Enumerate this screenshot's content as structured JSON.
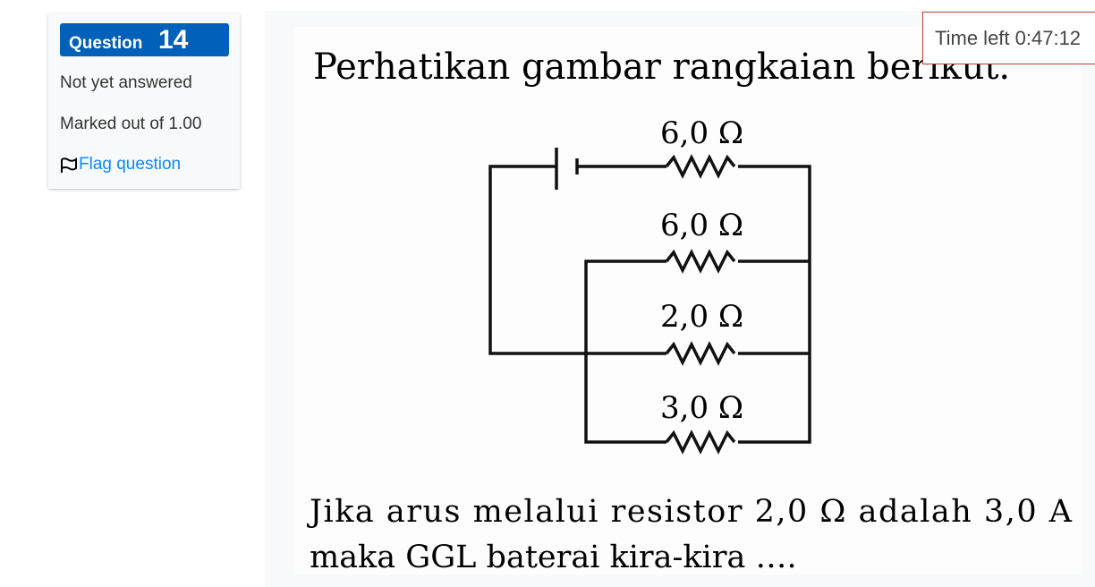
{
  "question_info": {
    "label": "Question",
    "number": "14",
    "state": "Not yet answered",
    "grade": "Marked out of 1.00",
    "flag_label": "Flag question"
  },
  "timer": {
    "text": "Time left 0:47:12"
  },
  "question": {
    "intro": "Perhatikan gambar rangkaian berikut.",
    "resistors": [
      "6,0 Ω",
      "6,0 Ω",
      "2,0 Ω",
      "3,0 Ω"
    ],
    "line1": "Jika arus melalui resistor 2,0 Ω adalah 3,0 A",
    "line2": "maka GGL baterai kira-kira …."
  },
  "colors": {
    "badge": "#0160b8",
    "link": "#0f88ff",
    "timer_border": "#c0392b"
  }
}
